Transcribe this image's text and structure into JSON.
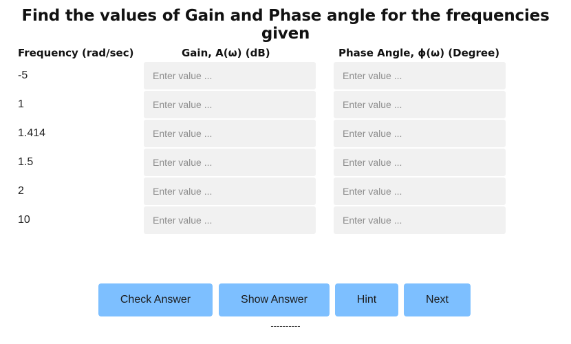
{
  "title": "Find the values of Gain and Phase angle for the frequencies given",
  "headers": {
    "frequency": "Frequency (rad/sec)",
    "gain": "Gain, A(ω) (dB)",
    "phase": "Phase Angle, ϕ(ω) (Degree)"
  },
  "placeholder": "Enter value ...",
  "rows": [
    {
      "frequency": "-5",
      "gain_value": "",
      "phase_value": ""
    },
    {
      "frequency": "1",
      "gain_value": "",
      "phase_value": ""
    },
    {
      "frequency": "1.414",
      "gain_value": "",
      "phase_value": ""
    },
    {
      "frequency": "1.5",
      "gain_value": "",
      "phase_value": ""
    },
    {
      "frequency": "2",
      "gain_value": "",
      "phase_value": ""
    },
    {
      "frequency": "10",
      "gain_value": "",
      "phase_value": ""
    }
  ],
  "buttons": {
    "check": "Check Answer",
    "show": "Show Answer",
    "hint": "Hint",
    "next": "Next"
  },
  "footer_dashes": "----------",
  "colors": {
    "button_bg": "#7dbfff",
    "input_bg": "#f1f1f1",
    "placeholder": "#8d8d8d"
  }
}
